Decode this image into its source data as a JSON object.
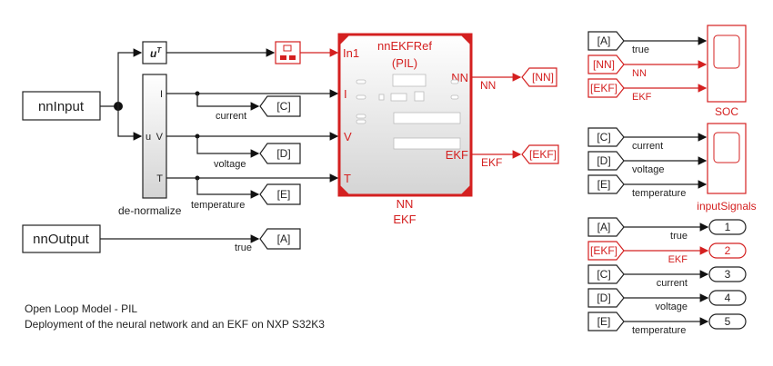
{
  "colors": {
    "signal": "#222222",
    "highlight": "#d42020"
  },
  "blocks": {
    "nnInput": "nnInput",
    "nnOutput": "nnOutput",
    "transpose": "u",
    "transpose_sup": "T",
    "denormalize": {
      "label": "de-normalize",
      "in": "u",
      "out": [
        "I",
        "V",
        "T"
      ]
    },
    "subsystem": {
      "title": "nnEKFRef",
      "subtitle": "(PIL)",
      "inputs": [
        "In1",
        "I",
        "V",
        "T"
      ],
      "outputs": [
        "NN",
        "EKF"
      ],
      "caption": [
        "NN",
        "EKF"
      ]
    }
  },
  "signals": {
    "current": "current",
    "voltage": "voltage",
    "temperature": "temperature",
    "true": "true",
    "nn": "NN",
    "ekf": "EKF"
  },
  "gotos": [
    "[C]",
    "[D]",
    "[E]",
    "[A]",
    "[NN]",
    "[EKF]"
  ],
  "scopes": {
    "soc": {
      "label": "SOC",
      "inputs": [
        {
          "tag": "[A]",
          "signal": "true"
        },
        {
          "tag": "[NN]",
          "signal": "NN"
        },
        {
          "tag": "[EKF]",
          "signal": "EKF"
        }
      ]
    },
    "inputSignals": {
      "label": "inputSignals",
      "inputs": [
        {
          "tag": "[C]",
          "signal": "current"
        },
        {
          "tag": "[D]",
          "signal": "voltage"
        },
        {
          "tag": "[E]",
          "signal": "temperature"
        }
      ]
    }
  },
  "outports": [
    {
      "tag": "[A]",
      "signal": "true",
      "num": "1"
    },
    {
      "tag": "[EKF]",
      "signal": "EKF",
      "num": "2"
    },
    {
      "tag": "[C]",
      "signal": "current",
      "num": "3"
    },
    {
      "tag": "[D]",
      "signal": "voltage",
      "num": "4"
    },
    {
      "tag": "[E]",
      "signal": "temperature",
      "num": "5"
    }
  ],
  "annotation": [
    "Open Loop Model - PIL",
    "Deployment of the neural network and an EKF on NXP S32K3"
  ]
}
